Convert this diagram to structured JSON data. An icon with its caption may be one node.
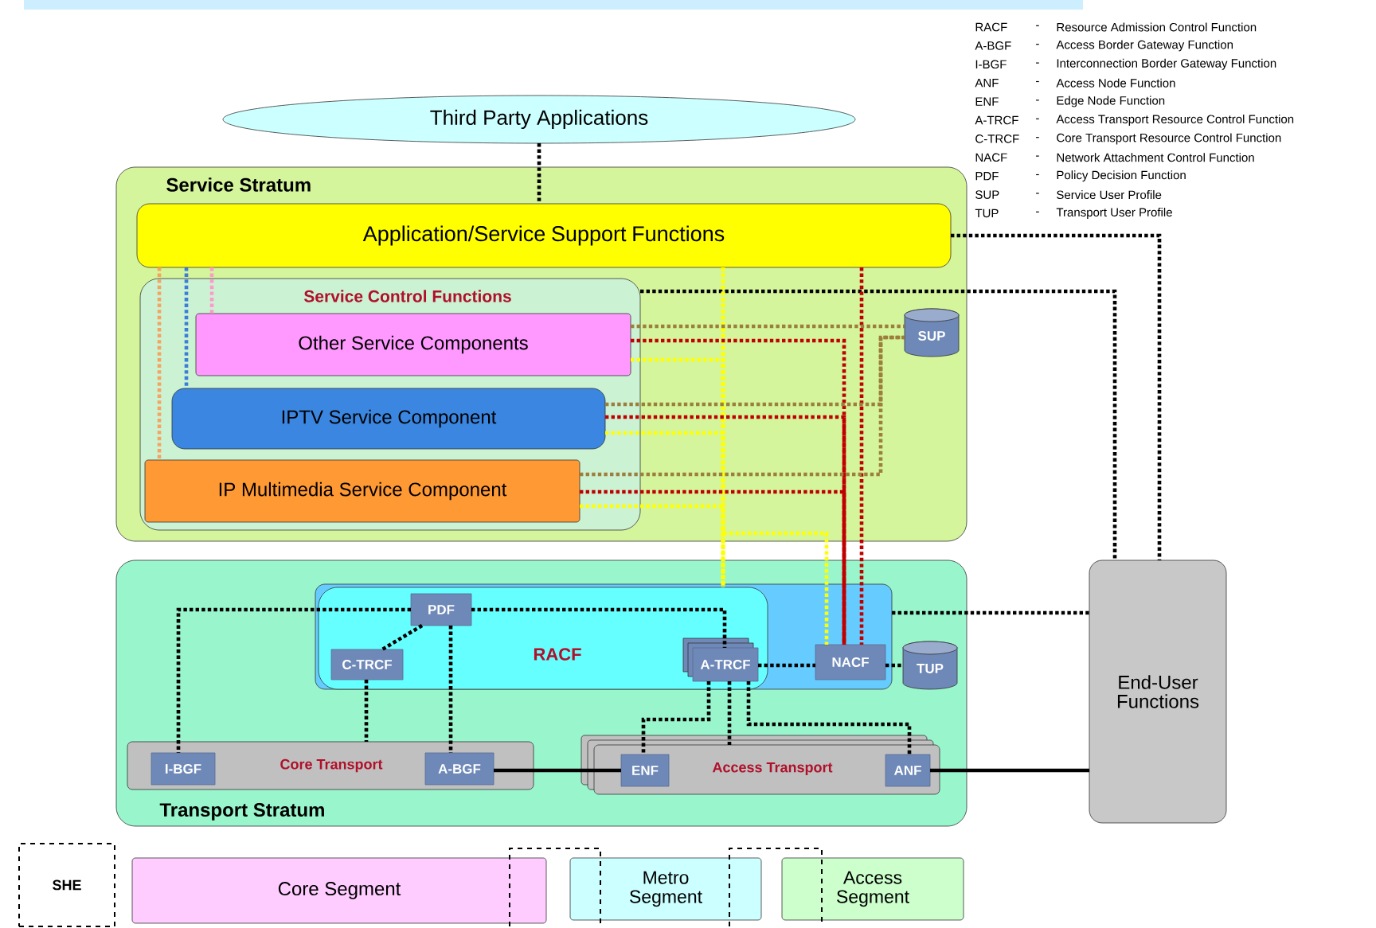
{
  "diagram": {
    "nodes": [
      {
        "text": [
          "Third Party Applications"
        ]
      },
      {
        "text": [
          "Service Stratum"
        ]
      },
      {
        "text": [
          "Application/Service Support Functions"
        ],
        "in": 1
      },
      {
        "text": [
          "Service Control Functions"
        ],
        "in": 1
      },
      {
        "text": [
          "Other Service Components"
        ],
        "in": 3
      },
      {
        "text": [
          "IPTV Service Component"
        ],
        "in": 3
      },
      {
        "text": [
          "IP Multimedia Service Component"
        ],
        "in": 3
      },
      {
        "text": [
          "SUP"
        ],
        "in": 1
      },
      {
        "text": [
          "Transport Stratum"
        ]
      },
      {
        "text": [],
        "shape": "box",
        "in": 8
      },
      {
        "text": [
          "RACF"
        ],
        "in": 9
      },
      {
        "text": [
          "PDF"
        ],
        "in": 10
      },
      {
        "text": [
          "C-TRCF"
        ],
        "in": 10
      },
      {
        "text": [
          "A-TRCF"
        ],
        "in": 10
      },
      {
        "text": [
          "NACF"
        ],
        "in": 9
      },
      {
        "text": [
          "TUP"
        ],
        "in": 8
      },
      {
        "text": [
          "Core Transport"
        ],
        "in": 8
      },
      {
        "text": [
          "I-BGF"
        ],
        "in": 16
      },
      {
        "text": [
          "A-BGF"
        ],
        "in": 16
      },
      {
        "text": [
          "Access Transport"
        ],
        "in": 8
      },
      {
        "text": [
          "ENF"
        ],
        "in": 19
      },
      {
        "text": [
          "ANF"
        ],
        "in": 19
      },
      {
        "text": [
          "End-User Functions"
        ]
      },
      {
        "text": [
          "SHE"
        ]
      },
      {
        "text": [
          "Core Segment"
        ]
      },
      {
        "text": [
          "Metro Segment"
        ]
      },
      {
        "text": [
          "Access Segment"
        ]
      }
    ],
    "edges": [
      {
        "from": 0,
        "to": 2,
        "arrow": "none",
        "style": "dashed"
      },
      {
        "from": 2,
        "to": 22,
        "arrow": "none",
        "style": "dashed"
      },
      {
        "from": 3,
        "to": 22,
        "arrow": "none",
        "style": "dashed"
      },
      {
        "from": 9,
        "to": 22,
        "arrow": "none",
        "style": "dashed"
      },
      {
        "from": 21,
        "to": 22,
        "arrow": "none"
      },
      {
        "from": 18,
        "to": 20,
        "arrow": "none"
      },
      {
        "from": 2,
        "to": 6,
        "arrow": "none",
        "style": "dashed",
        "color": "#f4a460"
      },
      {
        "from": 2,
        "to": 5,
        "arrow": "none",
        "style": "dashed",
        "color": "#3b7dd8"
      },
      {
        "from": 2,
        "to": 4,
        "arrow": "none",
        "style": "dashed",
        "color": "#ff99cc"
      },
      {
        "from": 2,
        "to": 10,
        "arrow": "none",
        "style": "dashed",
        "color": "#ffff00"
      },
      {
        "from": 4,
        "to": 10,
        "arrow": "none",
        "style": "dashed",
        "color": "#ffff00"
      },
      {
        "from": 5,
        "to": 10,
        "arrow": "none",
        "style": "dashed",
        "color": "#ffff00"
      },
      {
        "from": 6,
        "to": 10,
        "arrow": "none",
        "style": "dashed",
        "color": "#ffff00"
      },
      {
        "from": 2,
        "to": 14,
        "arrow": "none",
        "style": "dashed",
        "color": "#ffff00"
      },
      {
        "from": 2,
        "to": 14,
        "arrow": "none",
        "style": "dashed",
        "color": "#c00000"
      },
      {
        "from": 4,
        "to": 14,
        "arrow": "none",
        "style": "dashed",
        "color": "#c00000"
      },
      {
        "from": 5,
        "to": 14,
        "arrow": "none",
        "style": "dashed",
        "color": "#c00000"
      },
      {
        "from": 6,
        "to": 14,
        "arrow": "none",
        "style": "dashed",
        "color": "#c00000"
      },
      {
        "from": 4,
        "to": 7,
        "arrow": "none",
        "style": "dashed",
        "color": "#9c7f3c"
      },
      {
        "from": 5,
        "to": 7,
        "arrow": "none",
        "style": "dashed",
        "color": "#9c7f3c"
      },
      {
        "from": 6,
        "to": 7,
        "arrow": "none",
        "style": "dashed",
        "color": "#9c7f3c"
      },
      {
        "from": 11,
        "to": 17,
        "arrow": "none",
        "style": "dashed"
      },
      {
        "from": 11,
        "to": 12,
        "arrow": "none",
        "style": "dashed"
      },
      {
        "from": 11,
        "to": 18,
        "arrow": "none",
        "style": "dashed"
      },
      {
        "from": 11,
        "to": 13,
        "arrow": "none",
        "style": "dashed"
      },
      {
        "from": 12,
        "to": 16,
        "arrow": "none",
        "style": "dashed"
      },
      {
        "from": 13,
        "to": 14,
        "arrow": "none",
        "style": "dashed"
      },
      {
        "from": 14,
        "to": 15,
        "arrow": "none",
        "style": "dashed"
      },
      {
        "from": 13,
        "to": 20,
        "arrow": "none",
        "style": "dashed"
      },
      {
        "from": 13,
        "to": 19,
        "arrow": "none",
        "style": "dashed"
      },
      {
        "from": 13,
        "to": 21,
        "arrow": "none",
        "style": "dashed"
      }
    ],
    "labels": [
      "RACF",
      "-",
      "Resource Admission Control Function",
      "A-BGF",
      "-",
      "Access Border Gateway Function",
      "I-BGF",
      "-",
      "Interconnection Border Gateway Function",
      "ANF",
      "-",
      "Access Node Function",
      "ENF",
      "-",
      "Edge Node Function",
      "A-TRCF",
      "-",
      "Access Transport Resource Control Function",
      "C-TRCF",
      "-",
      "Core Transport Resource Control Function",
      "NACF",
      "-",
      "Network Attachment Control Function",
      "PDF",
      "-",
      "Policy Decision Function",
      "SUP",
      "-",
      "Service User Profile",
      "TUP",
      "-",
      "Transport User Profile"
    ]
  }
}
